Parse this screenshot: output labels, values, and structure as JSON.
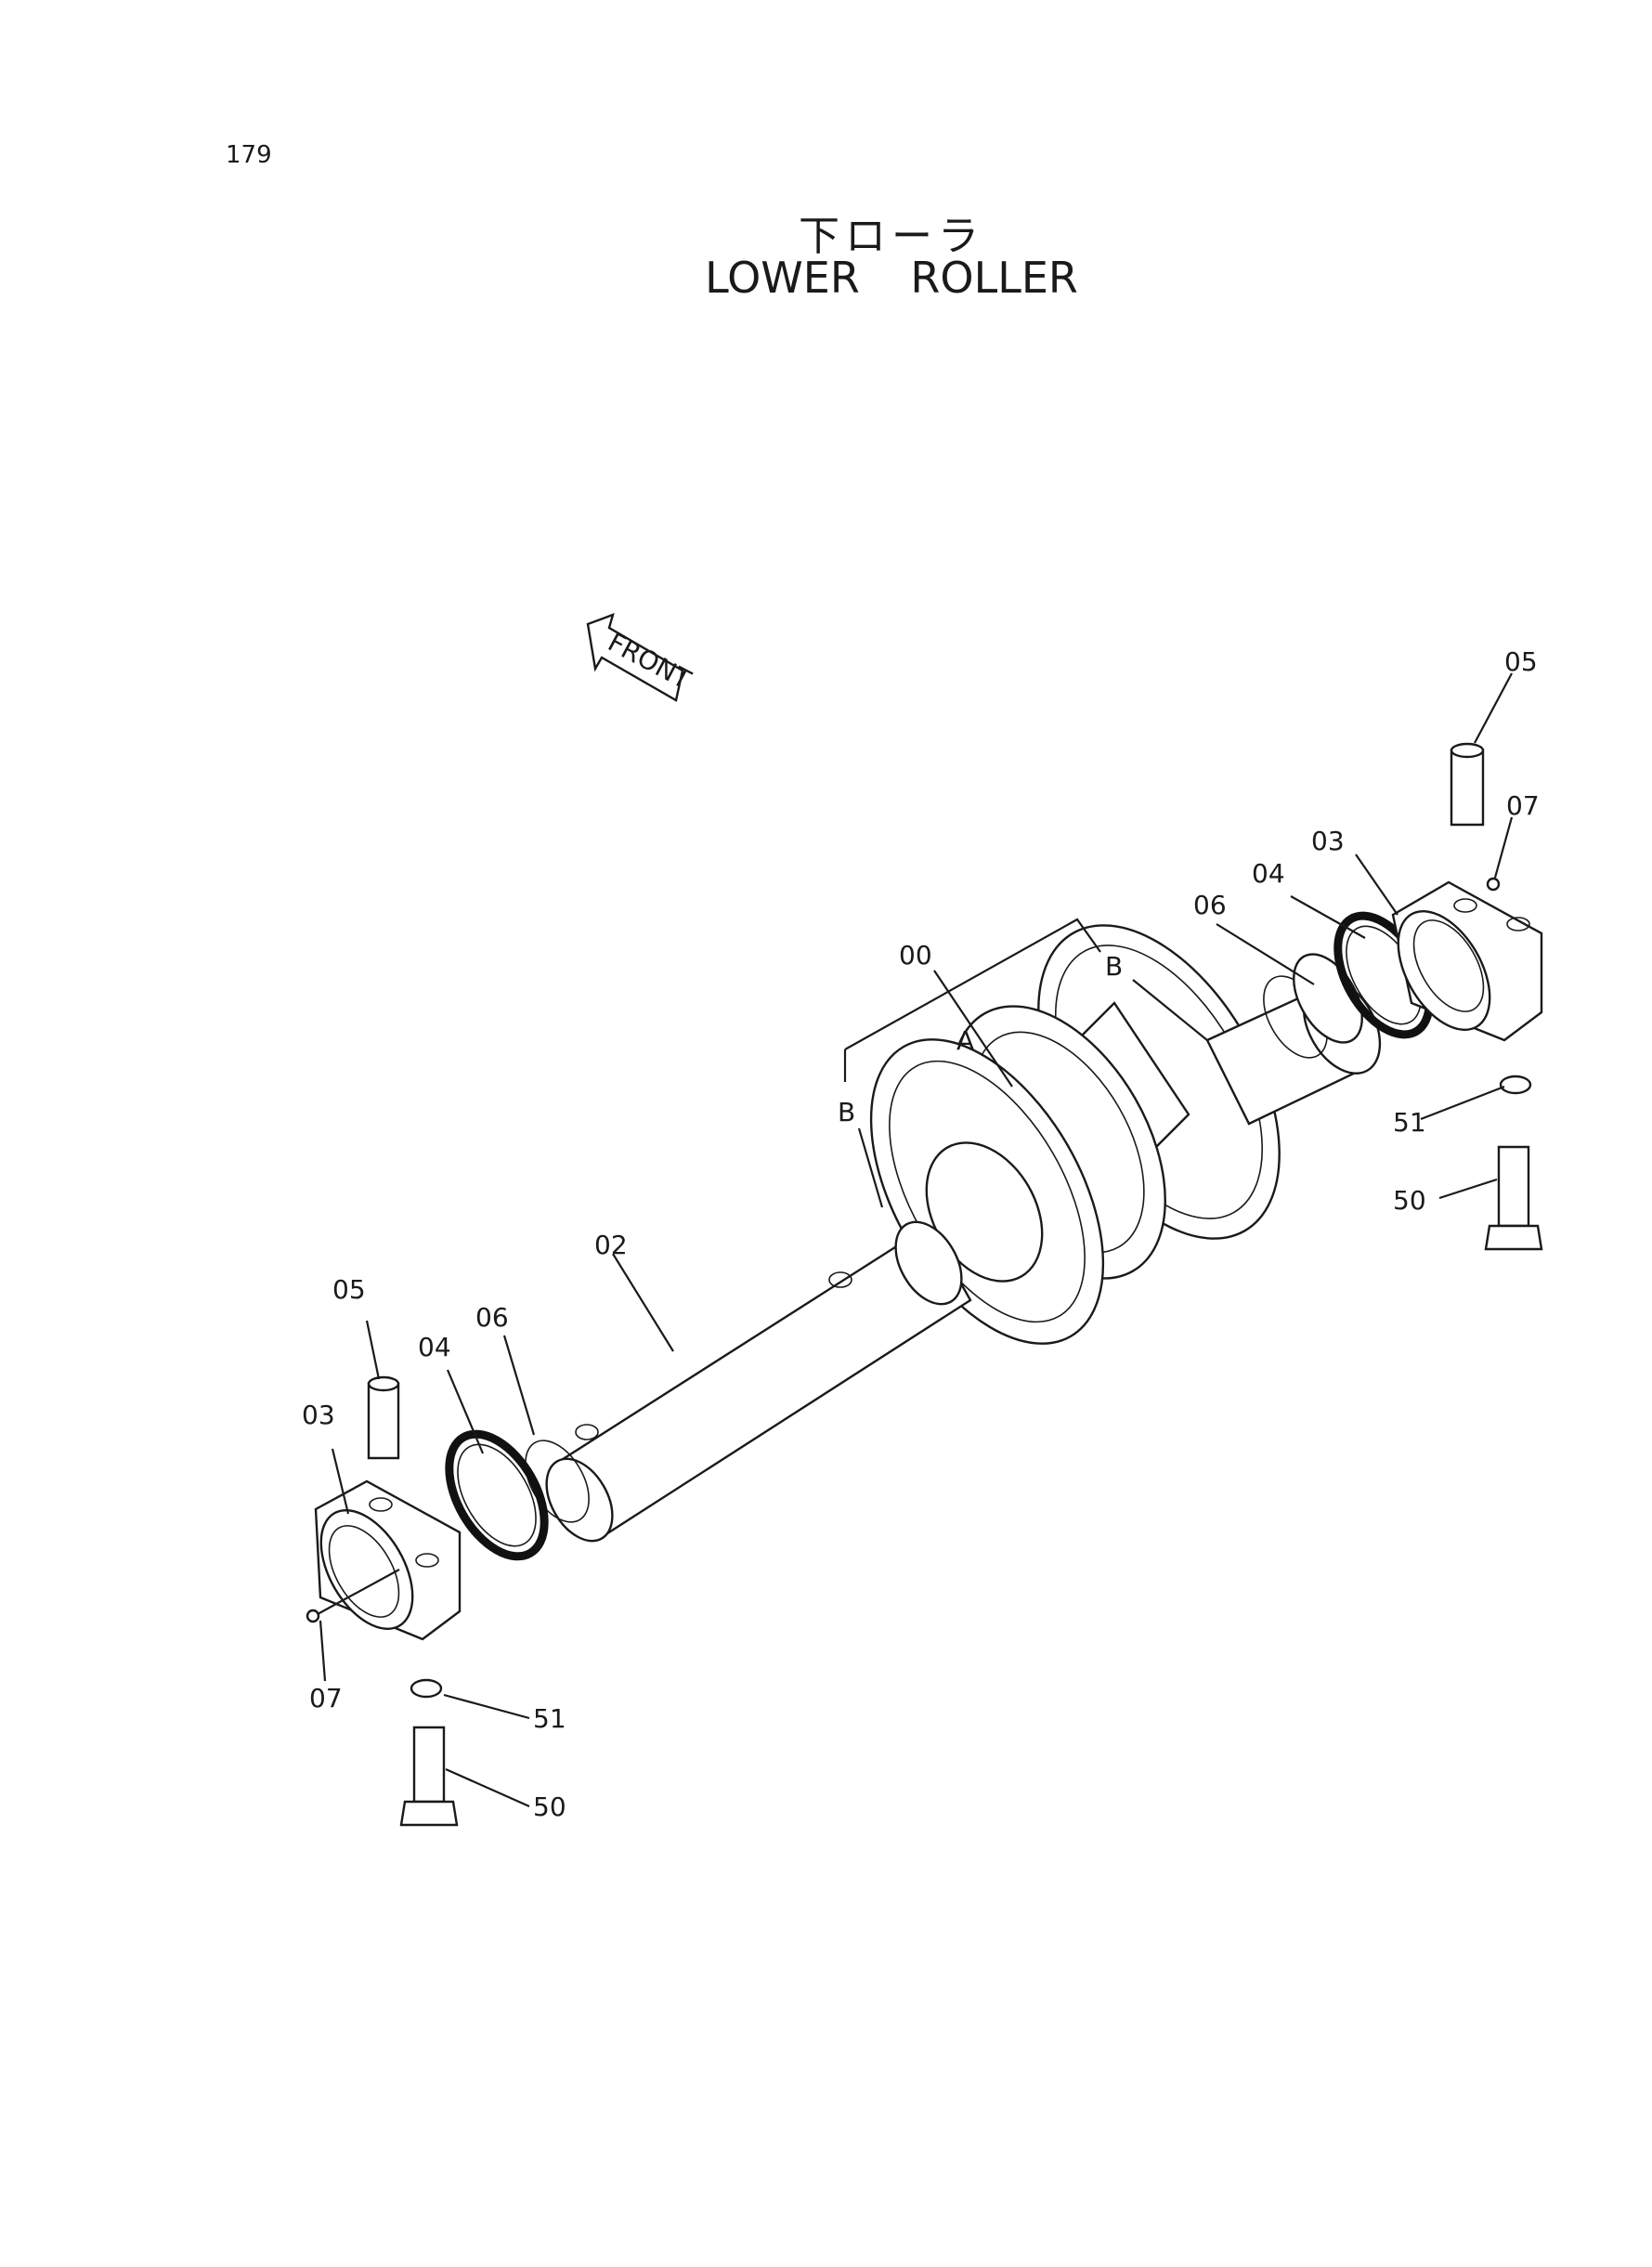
{
  "page": {
    "number": "179",
    "title_jp": "下ローラ",
    "title_en": "LOWER ROLLER",
    "direction_label": "FRONT"
  },
  "callouts": [
    {
      "id": "right-05",
      "text": "05"
    },
    {
      "id": "right-07",
      "text": "07"
    },
    {
      "id": "right-03",
      "text": "03"
    },
    {
      "id": "right-04",
      "text": "04"
    },
    {
      "id": "right-06",
      "text": "06"
    },
    {
      "id": "center-00",
      "text": "00"
    },
    {
      "id": "center-b-top",
      "text": "B"
    },
    {
      "id": "center-a",
      "text": "A"
    },
    {
      "id": "center-b-left",
      "text": "B"
    },
    {
      "id": "right-51",
      "text": "51"
    },
    {
      "id": "right-50",
      "text": "50"
    },
    {
      "id": "center-02",
      "text": "02"
    },
    {
      "id": "left-05",
      "text": "05"
    },
    {
      "id": "left-06",
      "text": "06"
    },
    {
      "id": "left-04",
      "text": "04"
    },
    {
      "id": "left-03",
      "text": "03"
    },
    {
      "id": "left-07",
      "text": "07"
    },
    {
      "id": "left-51",
      "text": "51"
    },
    {
      "id": "left-50",
      "text": "50"
    }
  ]
}
